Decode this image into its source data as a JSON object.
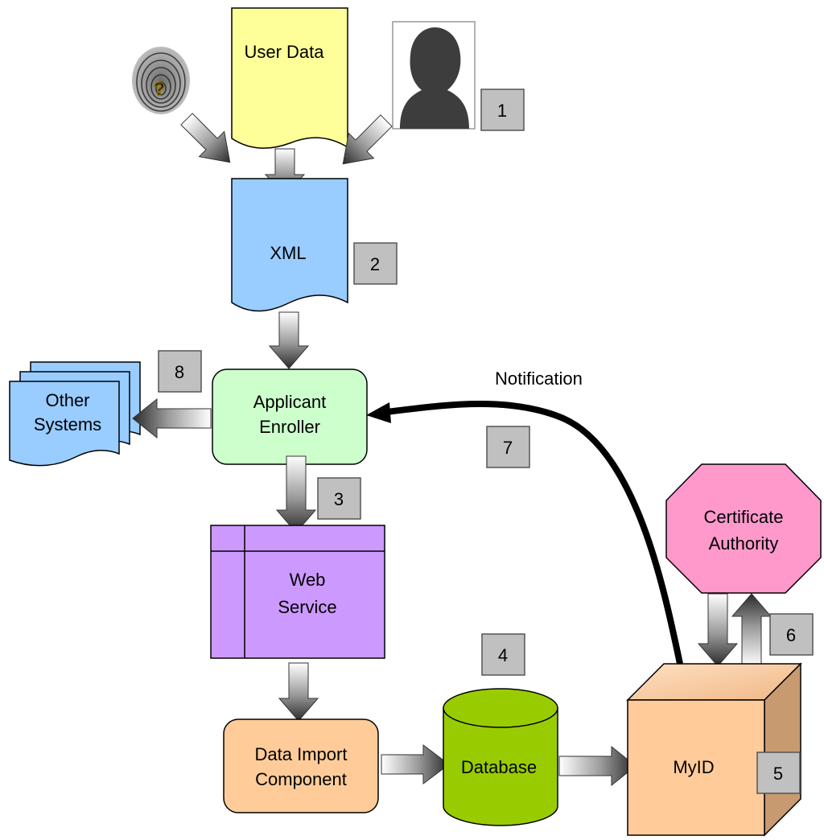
{
  "nodes": {
    "user_data": "User Data",
    "xml": "XML",
    "applicant_enroller": [
      "Applicant",
      "Enroller"
    ],
    "other_systems": [
      "Other",
      "Systems"
    ],
    "web_service": [
      "Web",
      "Service"
    ],
    "data_import": [
      "Data Import",
      "Component"
    ],
    "database": "Database",
    "myid": "MyID",
    "certificate_authority": [
      "Certificate",
      "Authority"
    ]
  },
  "notification_label": "Notification",
  "steps": [
    "1",
    "2",
    "3",
    "4",
    "5",
    "6",
    "7",
    "8"
  ],
  "icons": {
    "fingerprint": "fingerprint-question-icon",
    "photo": "person-silhouette-icon"
  },
  "colors": {
    "user_data": "#ffff99",
    "xml": "#99ccff",
    "applicant_enroller": "#ccffcc",
    "other_systems": "#99ccff",
    "web_service": "#cc99ff",
    "data_import": "#ffcc99",
    "database": "#99cc00",
    "myid": "#ffcc99",
    "certificate_authority": "#ff99cc",
    "step_box": "#c0c0c0"
  }
}
